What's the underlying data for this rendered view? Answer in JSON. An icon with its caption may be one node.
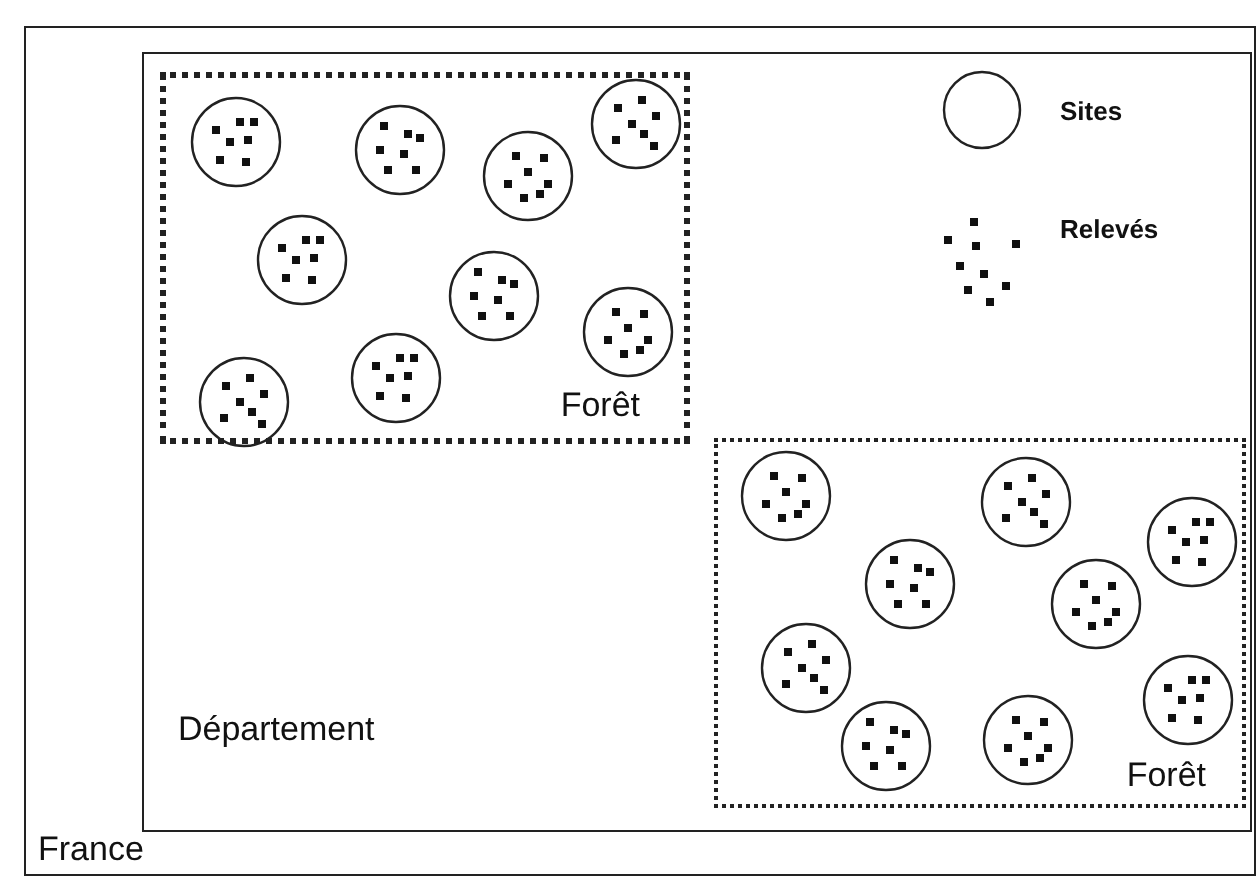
{
  "diagram": {
    "nodes": [
      {
        "text": [
          "France"
        ]
      },
      {
        "text": [
          "Département"
        ],
        "in": 0
      },
      {
        "text": [
          "Forêt"
        ],
        "in": 1
      },
      {
        "text": [],
        "shape": "circle",
        "in": 2
      },
      {
        "text": [],
        "shape": "circle",
        "in": 2
      },
      {
        "text": [],
        "shape": "circle",
        "in": 2
      },
      {
        "text": [],
        "shape": "circle",
        "in": 2
      },
      {
        "text": [],
        "shape": "circle",
        "in": 2
      },
      {
        "text": [],
        "shape": "circle",
        "in": 2
      },
      {
        "text": [],
        "shape": "circle",
        "in": 2
      },
      {
        "text": [],
        "shape": "circle",
        "in": 2
      },
      {
        "text": [],
        "shape": "circle",
        "in": 2
      },
      {
        "text": [
          "Forêt"
        ],
        "in": 1
      },
      {
        "text": [],
        "shape": "circle",
        "in": 12
      },
      {
        "text": [],
        "shape": "circle",
        "in": 12
      },
      {
        "text": [],
        "shape": "circle",
        "in": 12
      },
      {
        "text": [],
        "shape": "circle",
        "in": 12
      },
      {
        "text": [],
        "shape": "circle",
        "in": 12
      },
      {
        "text": [],
        "shape": "circle",
        "in": 12
      },
      {
        "text": [],
        "shape": "circle",
        "in": 12
      },
      {
        "text": [],
        "shape": "circle",
        "in": 12
      },
      {
        "text": [],
        "shape": "circle",
        "in": 12
      }
    ],
    "legend": [
      {
        "text": "Sites"
      },
      {
        "text": "Relevés"
      }
    ]
  }
}
